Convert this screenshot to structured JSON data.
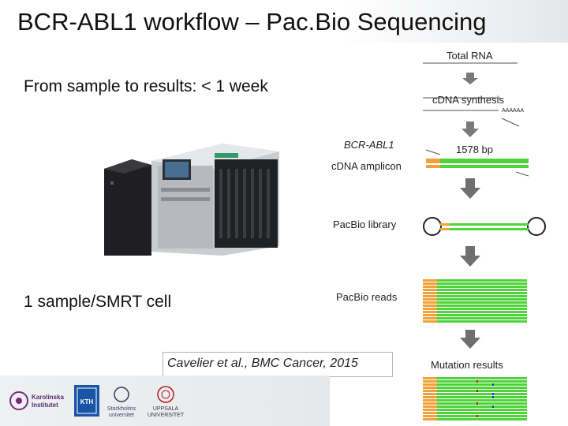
{
  "slide": {
    "title": "BCR-ABL1 workflow – Pac.Bio Sequencing",
    "subtitle": "From sample to results: < 1 week",
    "smrt_note": "1 sample/SMRT cell",
    "citation": "Cavelier et al., BMC Cancer, 2015"
  },
  "workflow": {
    "total_rna": "Total RNA",
    "cdna_synthesis": "cDNA synthesis",
    "poly_a": "AAAAAA",
    "gene_name": "BCR-ABL1",
    "amplicon_length": "1578 bp",
    "cdna_amplicon": "cDNA amplicon",
    "pacbio_library": "PacBio library",
    "pacbio_reads": "PacBio reads",
    "mutation_results": "Mutation results"
  },
  "logos": {
    "karolinska_line1": "Karolinska",
    "karolinska_line2": "Institutet",
    "kth": "KTH",
    "stockholm_line1": "Stockholms",
    "stockholm_line2": "universitet",
    "uppsala_line1": "UPPSALA",
    "uppsala_line2": "UNIVERSITET"
  },
  "colors": {
    "read_green": "#4ed43a",
    "barcode_orange": "#f0a23a",
    "arrow_gray": "#6f6f6f",
    "karolinska_purple": "#7a2a7a",
    "kth_blue": "#1954a6",
    "uppsala_red": "#b31b1b"
  }
}
